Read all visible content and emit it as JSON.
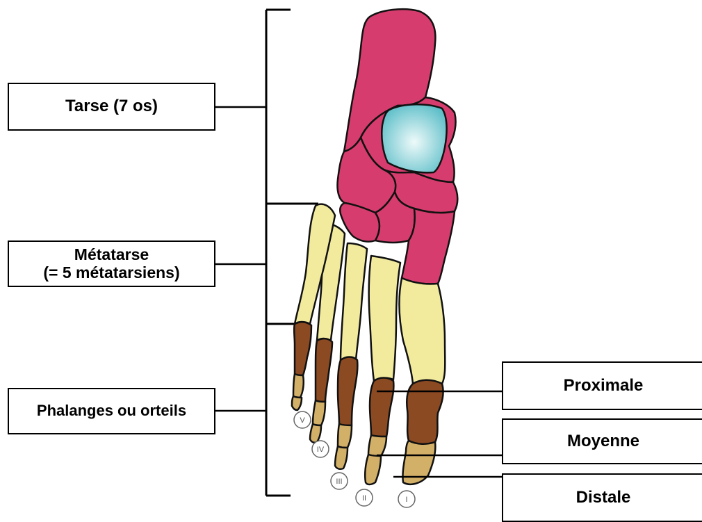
{
  "labels": {
    "tarse": "Tarse (7 os)",
    "metatarse_line1": "Métatarse",
    "metatarse_line2": "(= 5 métatarsiens)",
    "phalanges": "Phalanges ou orteils",
    "proximale": "Proximale",
    "moyenne": "Moyenne",
    "distale": "Distale"
  },
  "toe_numerals": [
    "V",
    "IV",
    "III",
    "II",
    "I"
  ],
  "colors": {
    "tarsal": "#d63d6e",
    "talus_dome": "#7fcfd8",
    "metatarsal": "#f2eb9e",
    "proximal_phalanx": "#8b4a22",
    "middle_distal_phalanx": "#d2b068",
    "outline": "#111111"
  }
}
